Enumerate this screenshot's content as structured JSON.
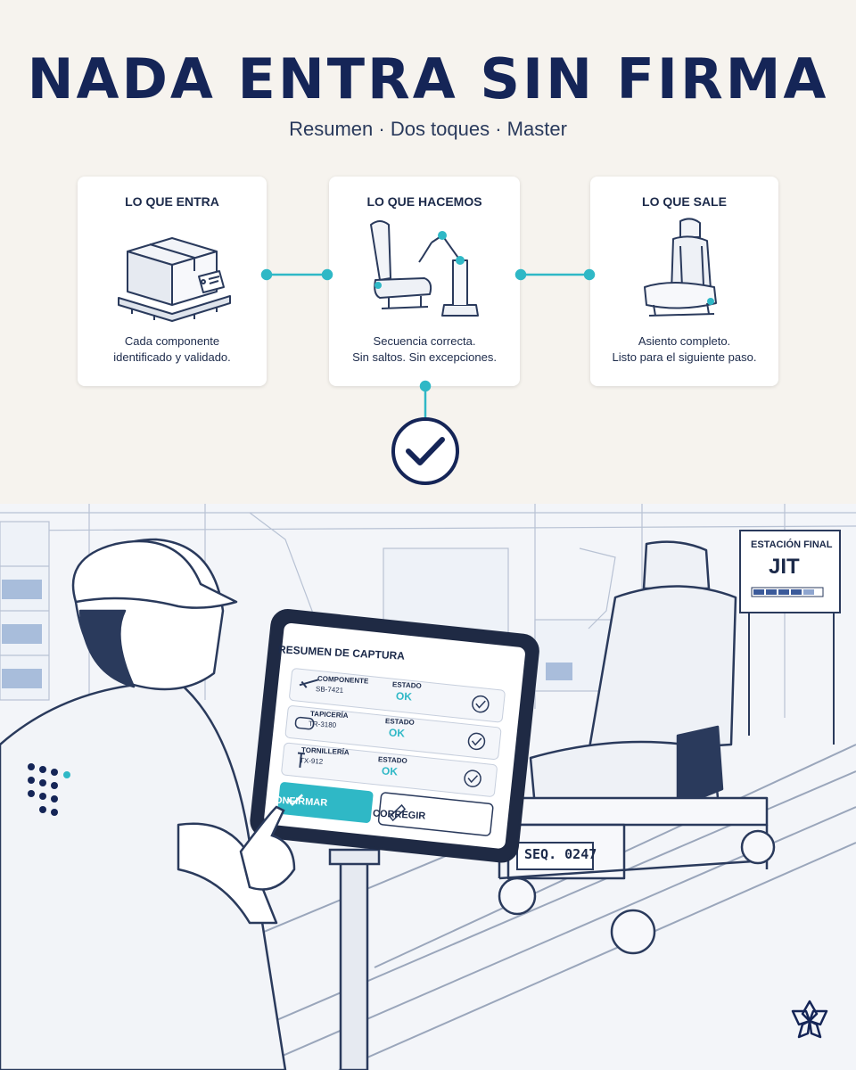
{
  "header": {
    "title": "NADA ENTRA SIN FIRMA",
    "subtitle": "Resumen · Dos toques · Master"
  },
  "flow": [
    {
      "title": "LO QUE ENTRA",
      "text_lines": [
        "Cada componente",
        "identificado y validado."
      ]
    },
    {
      "title": "LO QUE HACEMOS",
      "text_lines": [
        "Secuencia correcta.",
        "Sin saltos. Sin excepciones."
      ]
    },
    {
      "title": "LO QUE SALE",
      "text_lines": [
        "Asiento completo.",
        "Listo para el siguiente paso."
      ]
    }
  ],
  "tablet": {
    "title": "RESUMEN DE CAPTURA",
    "rows": [
      {
        "name": "COMPONENTE",
        "code": "SB-7421",
        "status_label": "ESTADO",
        "status": "OK"
      },
      {
        "name": "TAPICERÍA",
        "code": "TR-3180",
        "status_label": "ESTADO",
        "status": "OK"
      },
      {
        "name": "TORNILLERÍA",
        "code": "TX-912",
        "status_label": "ESTADO",
        "status": "OK"
      }
    ],
    "confirm_label": "CONFIRMAR",
    "correct_label": "CORREGIR"
  },
  "station_sign": {
    "label": "ESTACIÓN FINAL",
    "code": "JIT"
  },
  "cart_tag": "SEQ. 0247",
  "colors": {
    "navy": "#152557",
    "teal": "#2fb8c6",
    "background": "#f6f3ee"
  },
  "icons": {
    "checkmark": "check-circle-icon",
    "logo": "flower-logo-icon"
  }
}
